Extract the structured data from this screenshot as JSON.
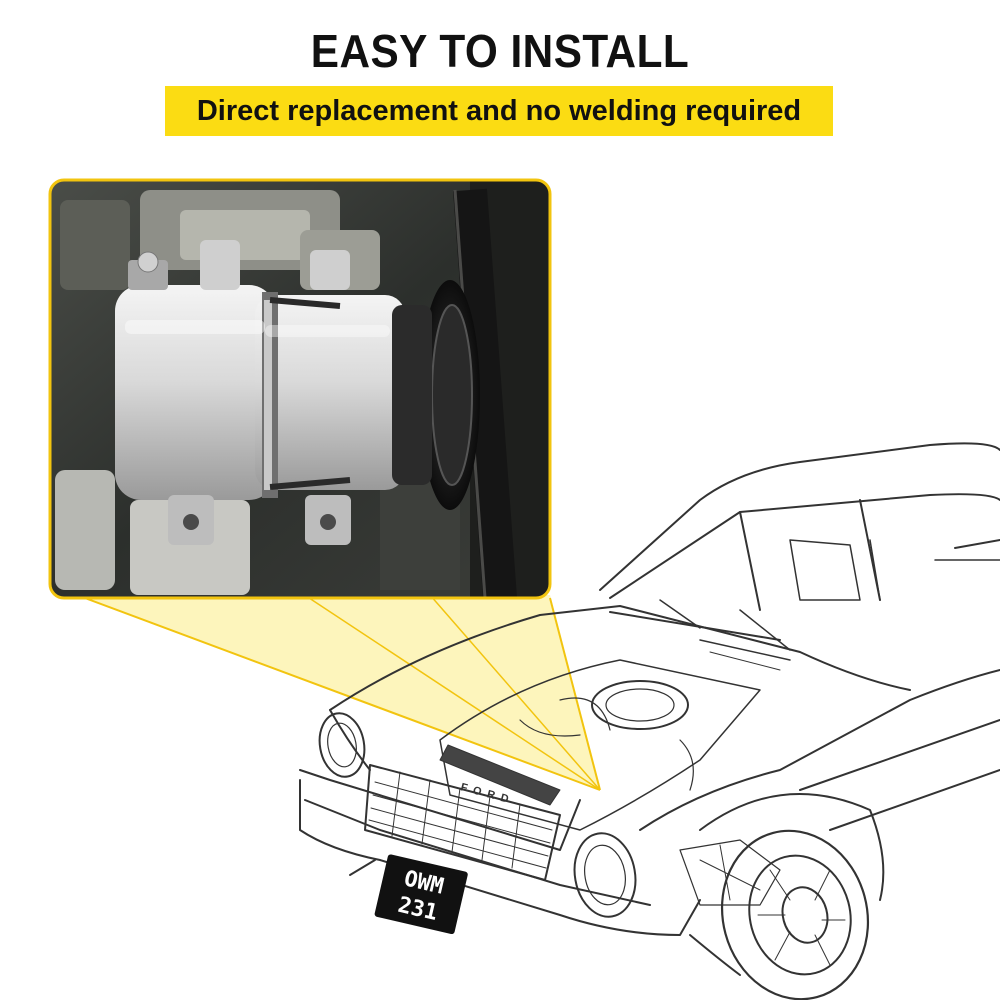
{
  "header": {
    "title": "EASY TO INSTALL",
    "subtitle": "Direct replacement and no welding required"
  },
  "car": {
    "grille_badge": "FORD",
    "plate_line1": "OWM",
    "plate_line2": "231"
  },
  "colors": {
    "banner": "#fbdc13",
    "callout_border": "#f2c40f",
    "callout_fill": "#fdf3b0",
    "text": "#111111",
    "sketch_line": "#333333"
  }
}
